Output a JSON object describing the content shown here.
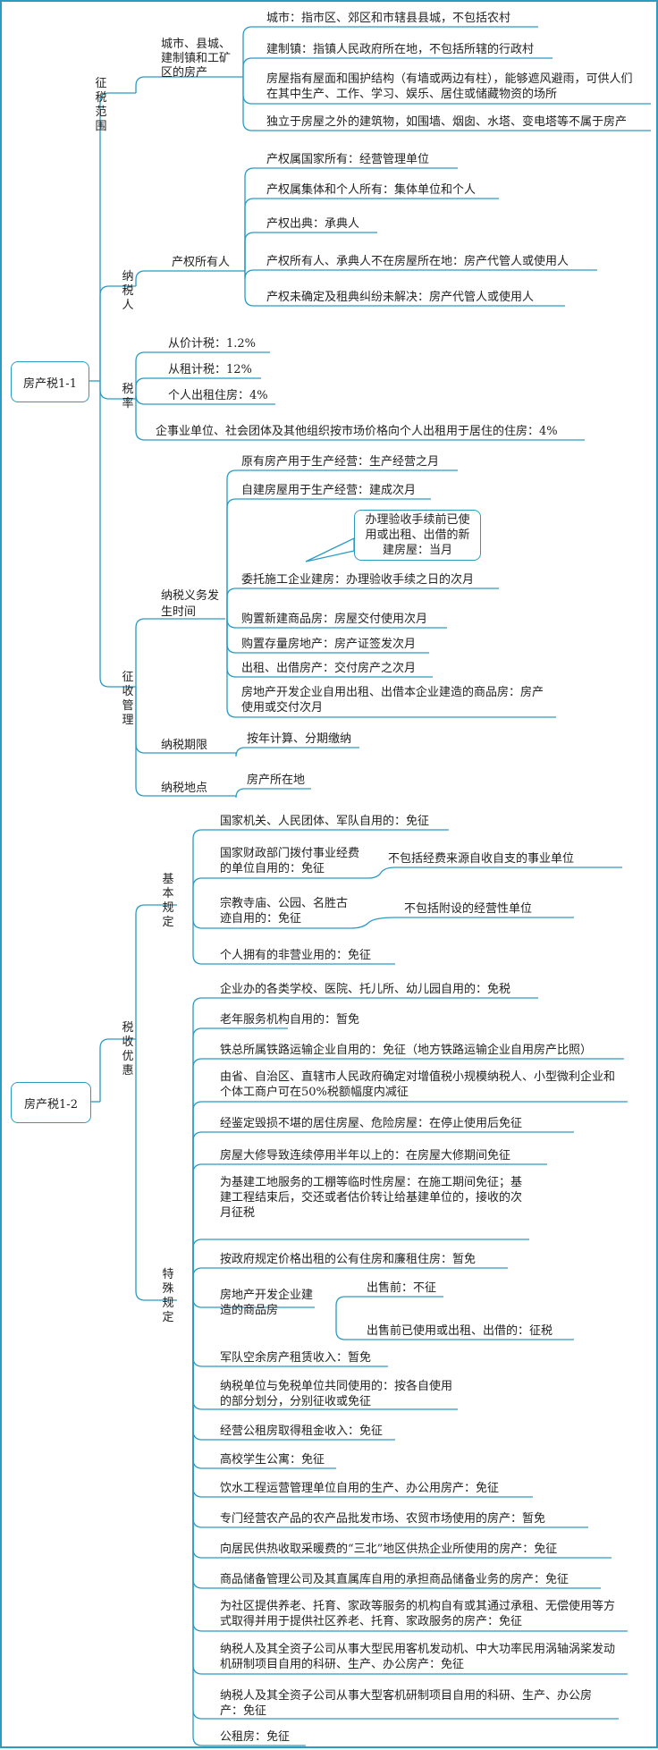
{
  "tree1": {
    "root": "房产税1-1",
    "scope": {
      "label": "征税范围",
      "sub": "城市、县城、建制镇和工矿区的房产",
      "items": [
        "城市：指市区、郊区和市辖县县城，不包括农村",
        "建制镇：指镇人民政府所在地，不包括所辖的行政村",
        "房屋指有屋面和围护结构（有墙或两边有柱），能够遮风避雨，可供人们在其中生产、工作、学习、娱乐、居住或储藏物资的场所",
        "独立于房屋之外的建筑物，如围墙、烟囱、水塔、变电塔等不属于房产"
      ]
    },
    "taxpayer": {
      "label": "纳税人",
      "sub": "产权所有人",
      "items": [
        "产权属国家所有：经营管理单位",
        "产权属集体和个人所有：集体单位和个人",
        "产权出典：承典人",
        "产权所有人、承典人不在房屋所在地：房产代管人或使用人",
        "产权未确定及租典纠纷未解决：房产代管人或使用人"
      ]
    },
    "rate": {
      "label": "税率",
      "items": [
        "从价计税：1.2%",
        "从租计税：12%",
        "个人出租住房：4%",
        "企事业单位、社会团体及其他组织按市场价格向个人出租用于居住的住房：4%"
      ]
    },
    "admin": {
      "label": "征收管理",
      "time": {
        "label": "纳税义务发生时间",
        "items": [
          "原有房产用于生产经营：生产经营之月",
          "自建房屋用于生产经营：建成次月",
          "委托施工企业建房：办理验收手续之日的次月",
          "购置新建商品房：房屋交付使用次月",
          "购置存量房地产：房产证签发次月",
          "出租、出借房产：交付房产之次月",
          "房地产开发企业自用出租、出借本企业建造的商品房：房产使用或交付次月"
        ],
        "callout": "办理验收手续前已使用或出租、出借的新建房屋：当月"
      },
      "period": {
        "label": "纳税期限",
        "value": "按年计算、分期缴纳"
      },
      "place": {
        "label": "纳税地点",
        "value": "房产所在地"
      }
    }
  },
  "tree2": {
    "root": "房产税1-2",
    "label": "税收优惠",
    "basic": {
      "label": "基本规定",
      "items": [
        "国家机关、人民团体、军队自用的：免征",
        "国家财政部门拨付事业经费的单位自用的：免征",
        "宗教寺庙、公园、名胜古迹自用的：免征",
        "个人拥有的非营业用的：免征"
      ],
      "notes": [
        "不包括经费来源自收自支的事业单位",
        "不包括附设的经营性单位"
      ]
    },
    "special": {
      "label": "特殊规定",
      "items": [
        "企业办的各类学校、医院、托儿所、幼儿园自用的：免税",
        "老年服务机构自用的：暂免",
        "铁总所属铁路运输企业自用的：免征（地方铁路运输企业自用房产比照）",
        "由省、自治区、直辖市人民政府确定对增值税小规模纳税人、小型微利企业和个体工商户可在50%税额幅度内减征",
        "经鉴定毁损不堪的居住房屋、危险房屋：在停止使用后免征",
        "房屋大修导致连续停用半年以上的：在房屋大修期间免征",
        "为基建工地服务的工棚等临时性房屋：在施工期间免征；基建工程结束后，交还或者估价转让给基建单位的，接收的次月征税",
        "按政府规定价格出租的公有住房和廉租住房：暂免",
        "房地产开发企业建造的商品房",
        "军队空余房产租赁收入：暂免",
        "纳税单位与免税单位共同使用的：按各自使用的部分划分，分别征收或免征",
        "经营公租房取得租金收入：免征",
        "高校学生公寓：免征",
        "饮水工程运营管理单位自用的生产、办公用房产：免征",
        "专门经营农产品的农产品批发市场、农贸市场使用的房产：暂免",
        "向居民供热收取采暖费的“三北”地区供热企业所使用的房产：免征",
        "商品储备管理公司及其直属库自用的承担商品储备业务的房产：免征",
        "为社区提供养老、托育、家政等服务的机构自有或其通过承租、无偿使用等方式取得并用于提供社区养老、托育、家政服务的房产：免征",
        "纳税人及其全资子公司从事大型民用客机发动机、中大功率民用涡轴涡桨发动机研制项目自用的科研、生产、办公房产：免征",
        "纳税人及其全资子公司从事大型客机研制项目自用的科研、生产、办公房产：免征",
        "公租房：免征"
      ],
      "commercial": [
        "出售前：不征",
        "出售前已使用或出租、出借的：征税"
      ]
    }
  },
  "colors": {
    "line": "#2b9bc4",
    "text": "#222222",
    "background": "#ffffff"
  }
}
